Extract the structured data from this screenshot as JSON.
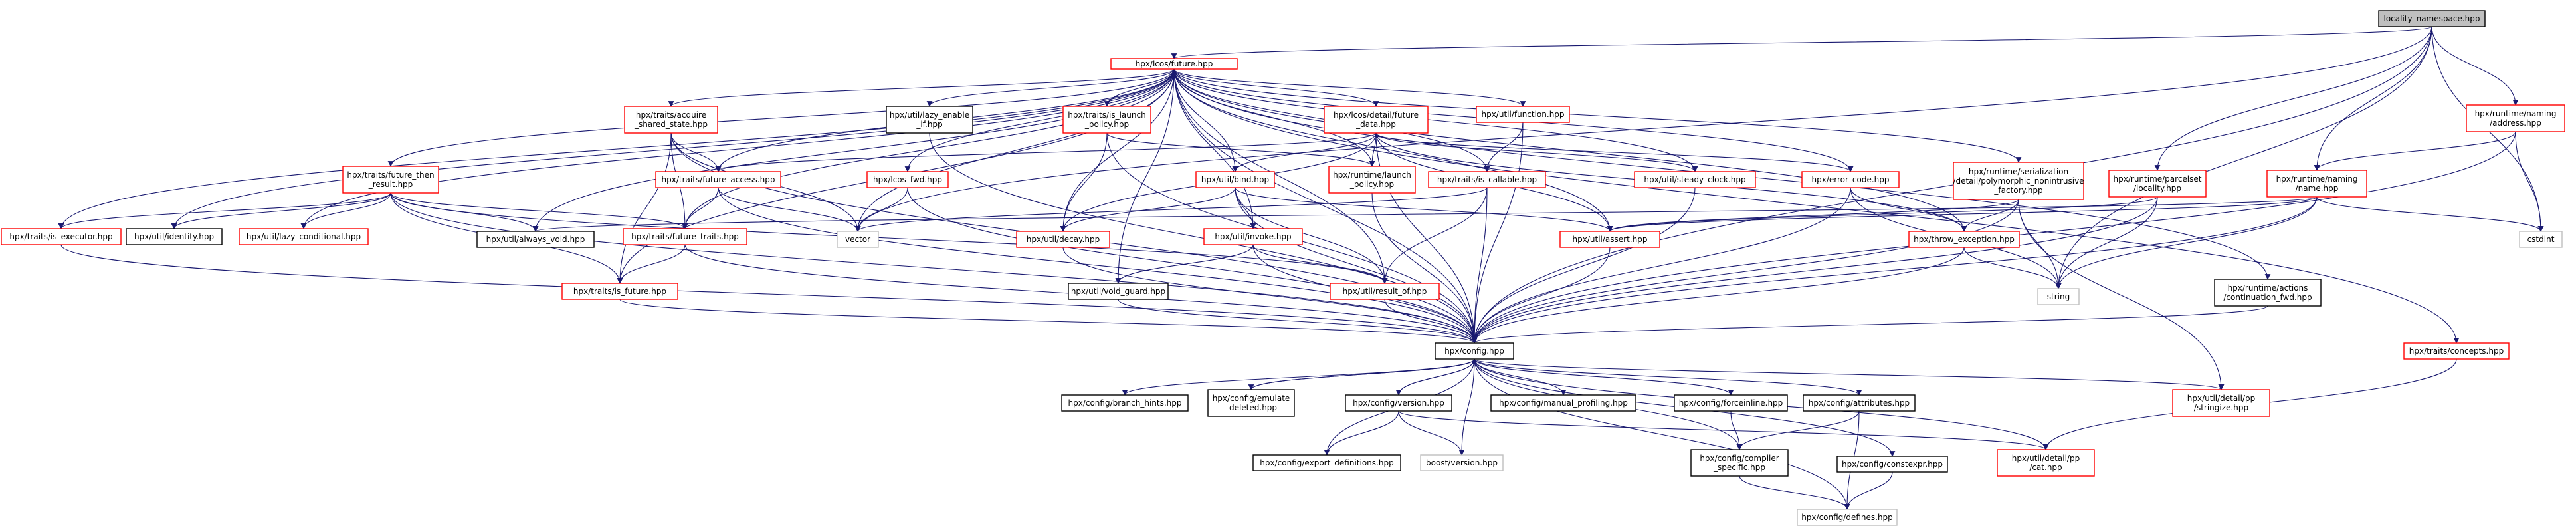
{
  "colors": {
    "edge": "#191970",
    "root_fill": "#bfbfbf",
    "root_border": "#000000",
    "documented_border": "#000000",
    "undocumented_border": "#ff0000",
    "external_border": "#bfbfbf",
    "external_text": "#7f7f7f"
  },
  "nodes": {
    "root": {
      "lines": [
        "locality_namespace.hpp"
      ],
      "kind": "root"
    },
    "lcos_future": {
      "lines": [
        "hpx/lcos/future.hpp"
      ],
      "kind": "undocumented"
    },
    "runtime_naming_address": {
      "lines": [
        "hpx/runtime/naming",
        "/address.hpp"
      ],
      "kind": "undocumented"
    },
    "traits_acquire_shared_state": {
      "lines": [
        "hpx/traits/acquire",
        "_shared_state.hpp"
      ],
      "kind": "undocumented"
    },
    "util_lazy_enable_if": {
      "lines": [
        "hpx/util/lazy_enable",
        "_if.hpp"
      ],
      "kind": "documented"
    },
    "traits_is_launch_policy": {
      "lines": [
        "hpx/traits/is_launch",
        "_policy.hpp"
      ],
      "kind": "undocumented"
    },
    "lcos_detail_future_data": {
      "lines": [
        "hpx/lcos/detail/future",
        "_data.hpp"
      ],
      "kind": "undocumented"
    },
    "util_function": {
      "lines": [
        "hpx/util/function.hpp"
      ],
      "kind": "undocumented"
    },
    "traits_future_then_result": {
      "lines": [
        "hpx/traits/future_then",
        "_result.hpp"
      ],
      "kind": "undocumented"
    },
    "runtime_serialization_factory": {
      "lines": [
        "hpx/runtime/serialization",
        "/detail/polymorphic_nonintrusive",
        "_factory.hpp"
      ],
      "kind": "undocumented"
    },
    "runtime_naming_name": {
      "lines": [
        "hpx/runtime/naming",
        "/name.hpp"
      ],
      "kind": "undocumented"
    },
    "runtime_parcelset_locality": {
      "lines": [
        "hpx/runtime/parcelset",
        "/locality.hpp"
      ],
      "kind": "undocumented"
    },
    "traits_future_access": {
      "lines": [
        "hpx/traits/future_access.hpp"
      ],
      "kind": "undocumented"
    },
    "lcos_fwd": {
      "lines": [
        "hpx/lcos_fwd.hpp"
      ],
      "kind": "undocumented"
    },
    "util_bind": {
      "lines": [
        "hpx/util/bind.hpp"
      ],
      "kind": "undocumented"
    },
    "runtime_launch_policy": {
      "lines": [
        "hpx/runtime/launch",
        "_policy.hpp"
      ],
      "kind": "undocumented"
    },
    "traits_is_callable": {
      "lines": [
        "hpx/traits/is_callable.hpp"
      ],
      "kind": "undocumented"
    },
    "util_steady_clock": {
      "lines": [
        "hpx/util/steady_clock.hpp"
      ],
      "kind": "undocumented"
    },
    "error_code": {
      "lines": [
        "hpx/error_code.hpp"
      ],
      "kind": "undocumented"
    },
    "traits_is_executor": {
      "lines": [
        "hpx/traits/is_executor.hpp"
      ],
      "kind": "undocumented"
    },
    "util_identity": {
      "lines": [
        "hpx/util/identity.hpp"
      ],
      "kind": "documented"
    },
    "util_lazy_conditional": {
      "lines": [
        "hpx/util/lazy_conditional.hpp"
      ],
      "kind": "undocumented"
    },
    "util_always_void": {
      "lines": [
        "hpx/util/always_void.hpp"
      ],
      "kind": "documented"
    },
    "traits_future_traits": {
      "lines": [
        "hpx/traits/future_traits.hpp"
      ],
      "kind": "undocumented"
    },
    "vector": {
      "lines": [
        "vector"
      ],
      "kind": "external"
    },
    "util_decay": {
      "lines": [
        "hpx/util/decay.hpp"
      ],
      "kind": "undocumented"
    },
    "util_invoke": {
      "lines": [
        "hpx/util/invoke.hpp"
      ],
      "kind": "undocumented"
    },
    "util_assert": {
      "lines": [
        "hpx/util/assert.hpp"
      ],
      "kind": "undocumented"
    },
    "throw_exception": {
      "lines": [
        "hpx/throw_exception.hpp"
      ],
      "kind": "undocumented"
    },
    "cstdint": {
      "lines": [
        "cstdint"
      ],
      "kind": "external"
    },
    "traits_is_future": {
      "lines": [
        "hpx/traits/is_future.hpp"
      ],
      "kind": "undocumented"
    },
    "util_void_guard": {
      "lines": [
        "hpx/util/void_guard.hpp"
      ],
      "kind": "documented"
    },
    "util_result_of": {
      "lines": [
        "hpx/util/result_of.hpp"
      ],
      "kind": "undocumented"
    },
    "string": {
      "lines": [
        "string"
      ],
      "kind": "external"
    },
    "runtime_actions_continuation_fwd": {
      "lines": [
        "hpx/runtime/actions",
        "/continuation_fwd.hpp"
      ],
      "kind": "documented"
    },
    "config": {
      "lines": [
        "hpx/config.hpp"
      ],
      "kind": "documented"
    },
    "traits_concepts": {
      "lines": [
        "hpx/traits/concepts.hpp"
      ],
      "kind": "undocumented"
    },
    "config_branch_hints": {
      "lines": [
        "hpx/config/branch_hints.hpp"
      ],
      "kind": "documented"
    },
    "config_emulate_deleted": {
      "lines": [
        "hpx/config/emulate",
        "_deleted.hpp"
      ],
      "kind": "documented"
    },
    "config_version": {
      "lines": [
        "hpx/config/version.hpp"
      ],
      "kind": "documented"
    },
    "config_manual_profiling": {
      "lines": [
        "hpx/config/manual_profiling.hpp"
      ],
      "kind": "documented"
    },
    "config_forceinline": {
      "lines": [
        "hpx/config/forceinline.hpp"
      ],
      "kind": "documented"
    },
    "config_attributes": {
      "lines": [
        "hpx/config/attributes.hpp"
      ],
      "kind": "documented"
    },
    "util_detail_pp_stringize": {
      "lines": [
        "hpx/util/detail/pp",
        "/stringize.hpp"
      ],
      "kind": "undocumented"
    },
    "config_export_definitions": {
      "lines": [
        "hpx/config/export_definitions.hpp"
      ],
      "kind": "documented"
    },
    "boost_version": {
      "lines": [
        "boost/version.hpp"
      ],
      "kind": "external"
    },
    "config_compiler_specific": {
      "lines": [
        "hpx/config/compiler",
        "_specific.hpp"
      ],
      "kind": "documented"
    },
    "config_constexpr": {
      "lines": [
        "hpx/config/constexpr.hpp"
      ],
      "kind": "documented"
    },
    "util_detail_pp_cat": {
      "lines": [
        "hpx/util/detail/pp",
        "/cat.hpp"
      ],
      "kind": "undocumented"
    },
    "config_defines": {
      "lines": [
        "hpx/config/defines.hpp"
      ],
      "kind": "external"
    }
  },
  "edges": [
    [
      "root",
      "lcos_future"
    ],
    [
      "root",
      "runtime_naming_address"
    ],
    [
      "root",
      "runtime_naming_name"
    ],
    [
      "root",
      "runtime_parcelset_locality"
    ],
    [
      "root",
      "config"
    ],
    [
      "root",
      "string"
    ],
    [
      "root",
      "cstdint"
    ],
    [
      "root",
      "vector"
    ],
    [
      "lcos_future",
      "traits_acquire_shared_state"
    ],
    [
      "lcos_future",
      "util_lazy_enable_if"
    ],
    [
      "lcos_future",
      "traits_is_launch_policy"
    ],
    [
      "lcos_future",
      "lcos_detail_future_data"
    ],
    [
      "lcos_future",
      "util_function"
    ],
    [
      "lcos_future",
      "traits_future_then_result"
    ],
    [
      "lcos_future",
      "runtime_serialization_factory"
    ],
    [
      "lcos_future",
      "traits_future_access"
    ],
    [
      "lcos_future",
      "lcos_fwd"
    ],
    [
      "lcos_future",
      "util_bind"
    ],
    [
      "lcos_future",
      "runtime_launch_policy"
    ],
    [
      "lcos_future",
      "traits_is_callable"
    ],
    [
      "lcos_future",
      "util_steady_clock"
    ],
    [
      "lcos_future",
      "error_code"
    ],
    [
      "lcos_future",
      "traits_is_executor"
    ],
    [
      "lcos_future",
      "util_identity"
    ],
    [
      "lcos_future",
      "util_lazy_conditional"
    ],
    [
      "lcos_future",
      "util_always_void"
    ],
    [
      "lcos_future",
      "traits_future_traits"
    ],
    [
      "lcos_future",
      "vector"
    ],
    [
      "lcos_future",
      "util_decay"
    ],
    [
      "lcos_future",
      "util_invoke"
    ],
    [
      "lcos_future",
      "util_assert"
    ],
    [
      "lcos_future",
      "throw_exception"
    ],
    [
      "lcos_future",
      "traits_is_future"
    ],
    [
      "lcos_future",
      "util_void_guard"
    ],
    [
      "lcos_future",
      "util_result_of"
    ],
    [
      "lcos_future",
      "runtime_actions_continuation_fwd"
    ],
    [
      "lcos_future",
      "config"
    ],
    [
      "lcos_future",
      "traits_concepts"
    ],
    [
      "runtime_naming_address",
      "runtime_naming_name"
    ],
    [
      "runtime_naming_address",
      "config"
    ],
    [
      "runtime_naming_address",
      "cstdint"
    ],
    [
      "traits_acquire_shared_state",
      "traits_future_access"
    ],
    [
      "traits_acquire_shared_state",
      "traits_future_traits"
    ],
    [
      "traits_acquire_shared_state",
      "traits_is_future"
    ],
    [
      "traits_acquire_shared_state",
      "vector"
    ],
    [
      "traits_acquire_shared_state",
      "config"
    ],
    [
      "util_lazy_enable_if",
      "config"
    ],
    [
      "traits_is_launch_policy",
      "runtime_launch_policy"
    ],
    [
      "traits_is_launch_policy",
      "util_decay"
    ],
    [
      "traits_is_launch_policy",
      "config"
    ],
    [
      "lcos_detail_future_data",
      "traits_future_access"
    ],
    [
      "lcos_detail_future_data",
      "util_decay"
    ],
    [
      "lcos_detail_future_data",
      "util_bind"
    ],
    [
      "lcos_detail_future_data",
      "runtime_launch_policy"
    ],
    [
      "lcos_detail_future_data",
      "util_steady_clock"
    ],
    [
      "lcos_detail_future_data",
      "error_code"
    ],
    [
      "lcos_detail_future_data",
      "util_assert"
    ],
    [
      "lcos_detail_future_data",
      "throw_exception"
    ],
    [
      "lcos_detail_future_data",
      "config"
    ],
    [
      "util_function",
      "traits_is_callable"
    ],
    [
      "util_function",
      "config"
    ],
    [
      "traits_future_then_result",
      "traits_is_executor"
    ],
    [
      "traits_future_then_result",
      "util_identity"
    ],
    [
      "traits_future_then_result",
      "util_lazy_conditional"
    ],
    [
      "traits_future_then_result",
      "util_always_void"
    ],
    [
      "traits_future_then_result",
      "traits_future_traits"
    ],
    [
      "traits_future_then_result",
      "traits_is_future"
    ],
    [
      "traits_future_then_result",
      "util_result_of"
    ],
    [
      "traits_future_then_result",
      "config"
    ],
    [
      "runtime_serialization_factory",
      "util_assert"
    ],
    [
      "runtime_serialization_factory",
      "throw_exception"
    ],
    [
      "runtime_serialization_factory",
      "string"
    ],
    [
      "runtime_serialization_factory",
      "config"
    ],
    [
      "runtime_serialization_factory",
      "util_detail_pp_stringize"
    ],
    [
      "runtime_naming_name",
      "util_assert"
    ],
    [
      "runtime_naming_name",
      "string"
    ],
    [
      "runtime_naming_name",
      "cstdint"
    ],
    [
      "runtime_naming_name",
      "config"
    ],
    [
      "runtime_naming_name",
      "util_always_void"
    ],
    [
      "runtime_parcelset_locality",
      "util_assert"
    ],
    [
      "runtime_parcelset_locality",
      "string"
    ],
    [
      "runtime_parcelset_locality",
      "config"
    ],
    [
      "traits_future_access",
      "traits_future_traits"
    ],
    [
      "traits_future_access",
      "vector"
    ],
    [
      "traits_future_access",
      "config"
    ],
    [
      "lcos_fwd",
      "vector"
    ],
    [
      "lcos_fwd",
      "config"
    ],
    [
      "util_bind",
      "util_decay"
    ],
    [
      "util_bind",
      "util_invoke"
    ],
    [
      "util_bind",
      "util_result_of"
    ],
    [
      "util_bind",
      "config"
    ],
    [
      "util_bind",
      "util_assert"
    ],
    [
      "runtime_launch_policy",
      "config"
    ],
    [
      "traits_is_callable",
      "util_result_of"
    ],
    [
      "traits_is_callable",
      "vector"
    ],
    [
      "traits_is_callable",
      "config"
    ],
    [
      "util_steady_clock",
      "config"
    ],
    [
      "error_code",
      "throw_exception"
    ],
    [
      "error_code",
      "string"
    ],
    [
      "error_code",
      "config"
    ],
    [
      "traits_is_executor",
      "config"
    ],
    [
      "traits_future_traits",
      "traits_is_future"
    ],
    [
      "traits_future_traits",
      "config"
    ],
    [
      "util_decay",
      "config"
    ],
    [
      "util_invoke",
      "util_result_of"
    ],
    [
      "util_invoke",
      "util_void_guard"
    ],
    [
      "util_invoke",
      "config"
    ],
    [
      "util_assert",
      "config"
    ],
    [
      "throw_exception",
      "string"
    ],
    [
      "throw_exception",
      "config"
    ],
    [
      "traits_is_future",
      "config"
    ],
    [
      "util_void_guard",
      "config"
    ],
    [
      "util_result_of",
      "config"
    ],
    [
      "runtime_actions_continuation_fwd",
      "config"
    ],
    [
      "traits_concepts",
      "util_detail_pp_cat"
    ],
    [
      "config",
      "config_branch_hints"
    ],
    [
      "config",
      "config_emulate_deleted"
    ],
    [
      "config",
      "config_version"
    ],
    [
      "config",
      "config_manual_profiling"
    ],
    [
      "config",
      "config_forceinline"
    ],
    [
      "config",
      "config_attributes"
    ],
    [
      "config",
      "util_detail_pp_stringize"
    ],
    [
      "config",
      "config_export_definitions"
    ],
    [
      "config",
      "boost_version"
    ],
    [
      "config",
      "config_compiler_specific"
    ],
    [
      "config",
      "config_constexpr"
    ],
    [
      "config",
      "util_detail_pp_cat"
    ],
    [
      "config",
      "config_defines"
    ],
    [
      "config_emulate_deleted",
      "config"
    ],
    [
      "config_version",
      "config"
    ],
    [
      "config_version",
      "config_export_definitions"
    ],
    [
      "config_version",
      "boost_version"
    ],
    [
      "config_version",
      "util_detail_pp_cat"
    ],
    [
      "config_forceinline",
      "config_compiler_specific"
    ],
    [
      "config_attributes",
      "config_compiler_specific"
    ],
    [
      "config_attributes",
      "config_defines"
    ],
    [
      "config_compiler_specific",
      "config_defines"
    ],
    [
      "config_constexpr",
      "config_defines"
    ]
  ]
}
